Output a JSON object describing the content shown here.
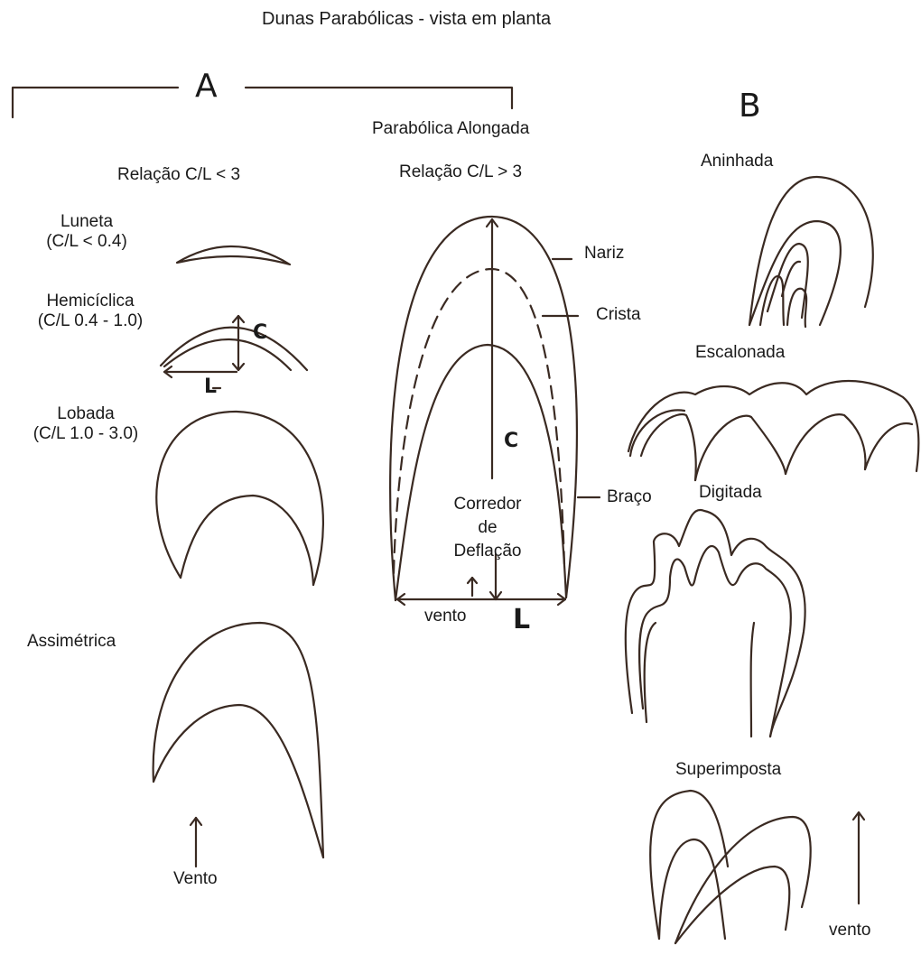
{
  "title": "Dunas Parabólicas - vista em planta",
  "group_a": {
    "letter": "A",
    "ratio": "Relação C/L < 3",
    "luneta": {
      "name": "Luneta",
      "range": "(C/L < 0.4)"
    },
    "hemiciclica": {
      "name": "Hemicíclica",
      "range": "(C/L 0.4 - 1.0)"
    },
    "lobada": {
      "name": "Lobada",
      "range": "(C/L 1.0 - 3.0)"
    },
    "assimetrica": {
      "name": "Assimétrica"
    },
    "wind": "Vento",
    "dim_c": "C",
    "dim_l": "L"
  },
  "elongated": {
    "name": "Parabólica Alongada",
    "ratio": "Relação C/L > 3",
    "nose": "Nariz",
    "crest": "Crista",
    "arm": "Braço",
    "corridor_1": "Corredor",
    "corridor_2": "de",
    "corridor_3": "Deflação",
    "wind": "vento",
    "dim_c": "C",
    "dim_l": "L"
  },
  "group_b": {
    "letter": "B",
    "nested": "Aninhada",
    "stepped": "Escalonada",
    "digitate": "Digitada",
    "superimposed": "Superimposta",
    "wind": "vento"
  }
}
